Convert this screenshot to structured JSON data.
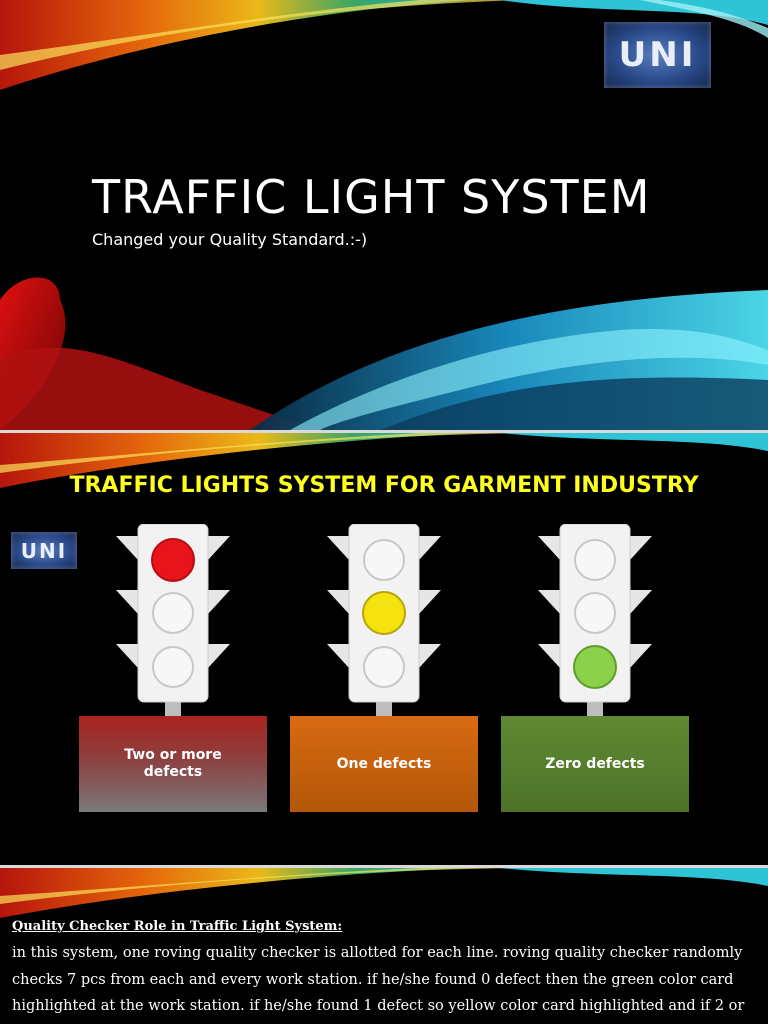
{
  "slide1": {
    "logo_text": "UNI",
    "title": "TRAFFIC LIGHT SYSTEM",
    "subtitle": "Changed your Quality Standard.:-)"
  },
  "slide2": {
    "logo_text": "UNI",
    "heading": "TRAFFIC LIGHTS SYSTEM FOR GARMENT INDUSTRY",
    "lights": [
      {
        "active": "top",
        "active_color": "#e8141a",
        "card_label": "Two or more defects"
      },
      {
        "active": "middle",
        "active_color": "#f5e20f",
        "card_label": "One defects"
      },
      {
        "active": "bottom",
        "active_color": "#8bd14b",
        "card_label": "Zero defects"
      }
    ]
  },
  "slide3": {
    "role_heading": "Quality Checker Role in Traffic Light System:",
    "body": "in this system, one roving quality checker is allotted for each line. roving quality checker randomly checks 7 pcs from each and every work station. if he/she found 0 defect then the green color card highlighted at the work station. if he/she found 1 defect so yellow color card highlighted and if 2 or"
  },
  "colors": {
    "background": "#000000",
    "heading_yellow": "#ffff1f",
    "red_card": "#a8231f",
    "orange_card": "#d86a14",
    "green_card": "#5f8a33"
  }
}
